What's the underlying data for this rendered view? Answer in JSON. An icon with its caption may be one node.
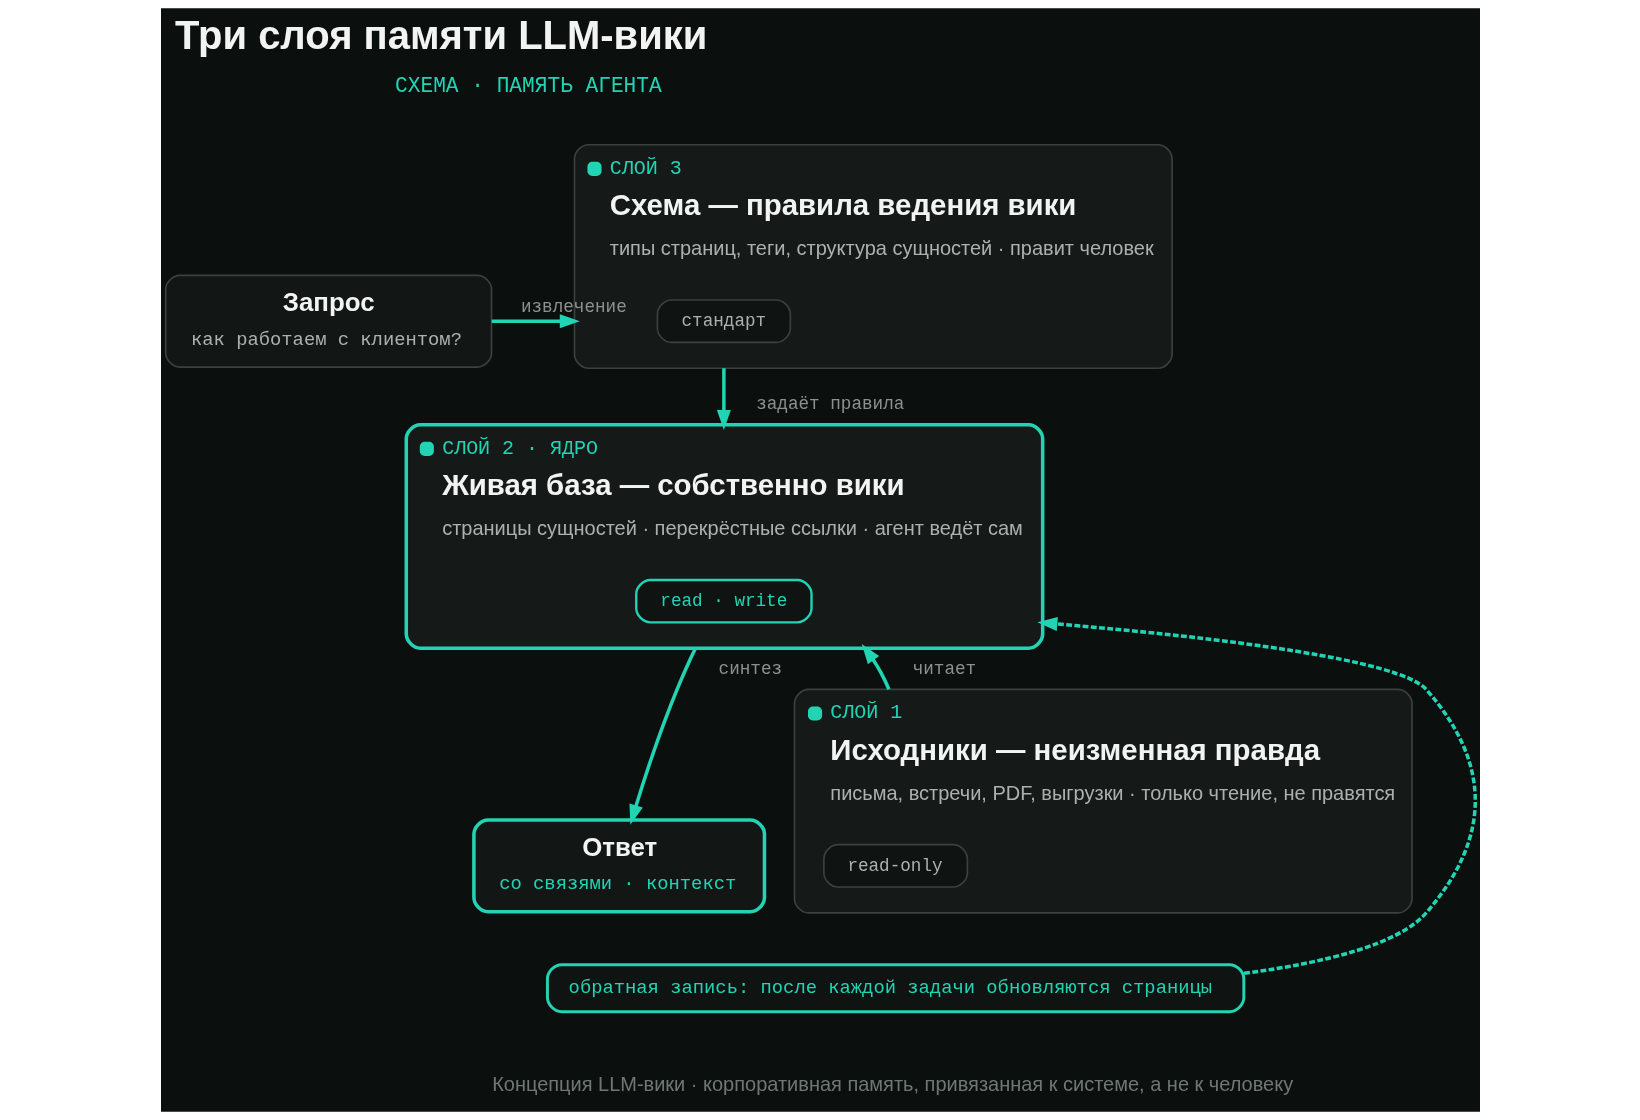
{
  "diagram": {
    "title": "Три слоя памяти LLM-вики",
    "caption": "Концепция LLM-вики · корпоративная память, привязанная к системе, а не к человеку",
    "nodes": [
      {
        "text": [
          "Запрос",
          "как работаем с клиентом?"
        ]
      },
      {
        "text": [
          "СЛОЙ 3",
          "Схема — правила ведения вики",
          "типы страниц, теги, структура сущностей · правит человек"
        ]
      },
      {
        "text": [
          "стандарт"
        ],
        "in": 1
      },
      {
        "text": [
          "СЛОЙ 2 · ЯДРО",
          "Живая база — собственно вики",
          "страницы сущностей · перекрёстные ссылки · агент ведёт сам"
        ]
      },
      {
        "text": [
          "read · write"
        ],
        "in": 3
      },
      {
        "text": [
          "СЛОЙ 1",
          "Исходники — неизменная правда",
          "письма, встречи, PDF, выгрузки · только чтение, не правятся"
        ]
      },
      {
        "text": [
          "read-only"
        ],
        "in": 5
      },
      {
        "text": [
          "Ответ",
          "со связями · контекст"
        ]
      },
      {
        "text": [
          "обратная запись: после каждой задачи обновляются страницы"
        ]
      }
    ],
    "edges": [
      {
        "from": 0,
        "to": 1,
        "arrow": "to",
        "label": "извлечение"
      },
      {
        "from": 1,
        "to": 3,
        "arrow": "to",
        "label": "задаёт правила"
      },
      {
        "from": 5,
        "to": 3,
        "arrow": "to",
        "label": "читает"
      },
      {
        "from": 3,
        "to": 7,
        "arrow": "to",
        "label": "синтез"
      },
      {
        "from": 8,
        "to": 3,
        "arrow": "to",
        "style": "dashed"
      }
    ],
    "labels": [
      "СХЕМА · ПАМЯТЬ АГЕНТА"
    ]
  }
}
